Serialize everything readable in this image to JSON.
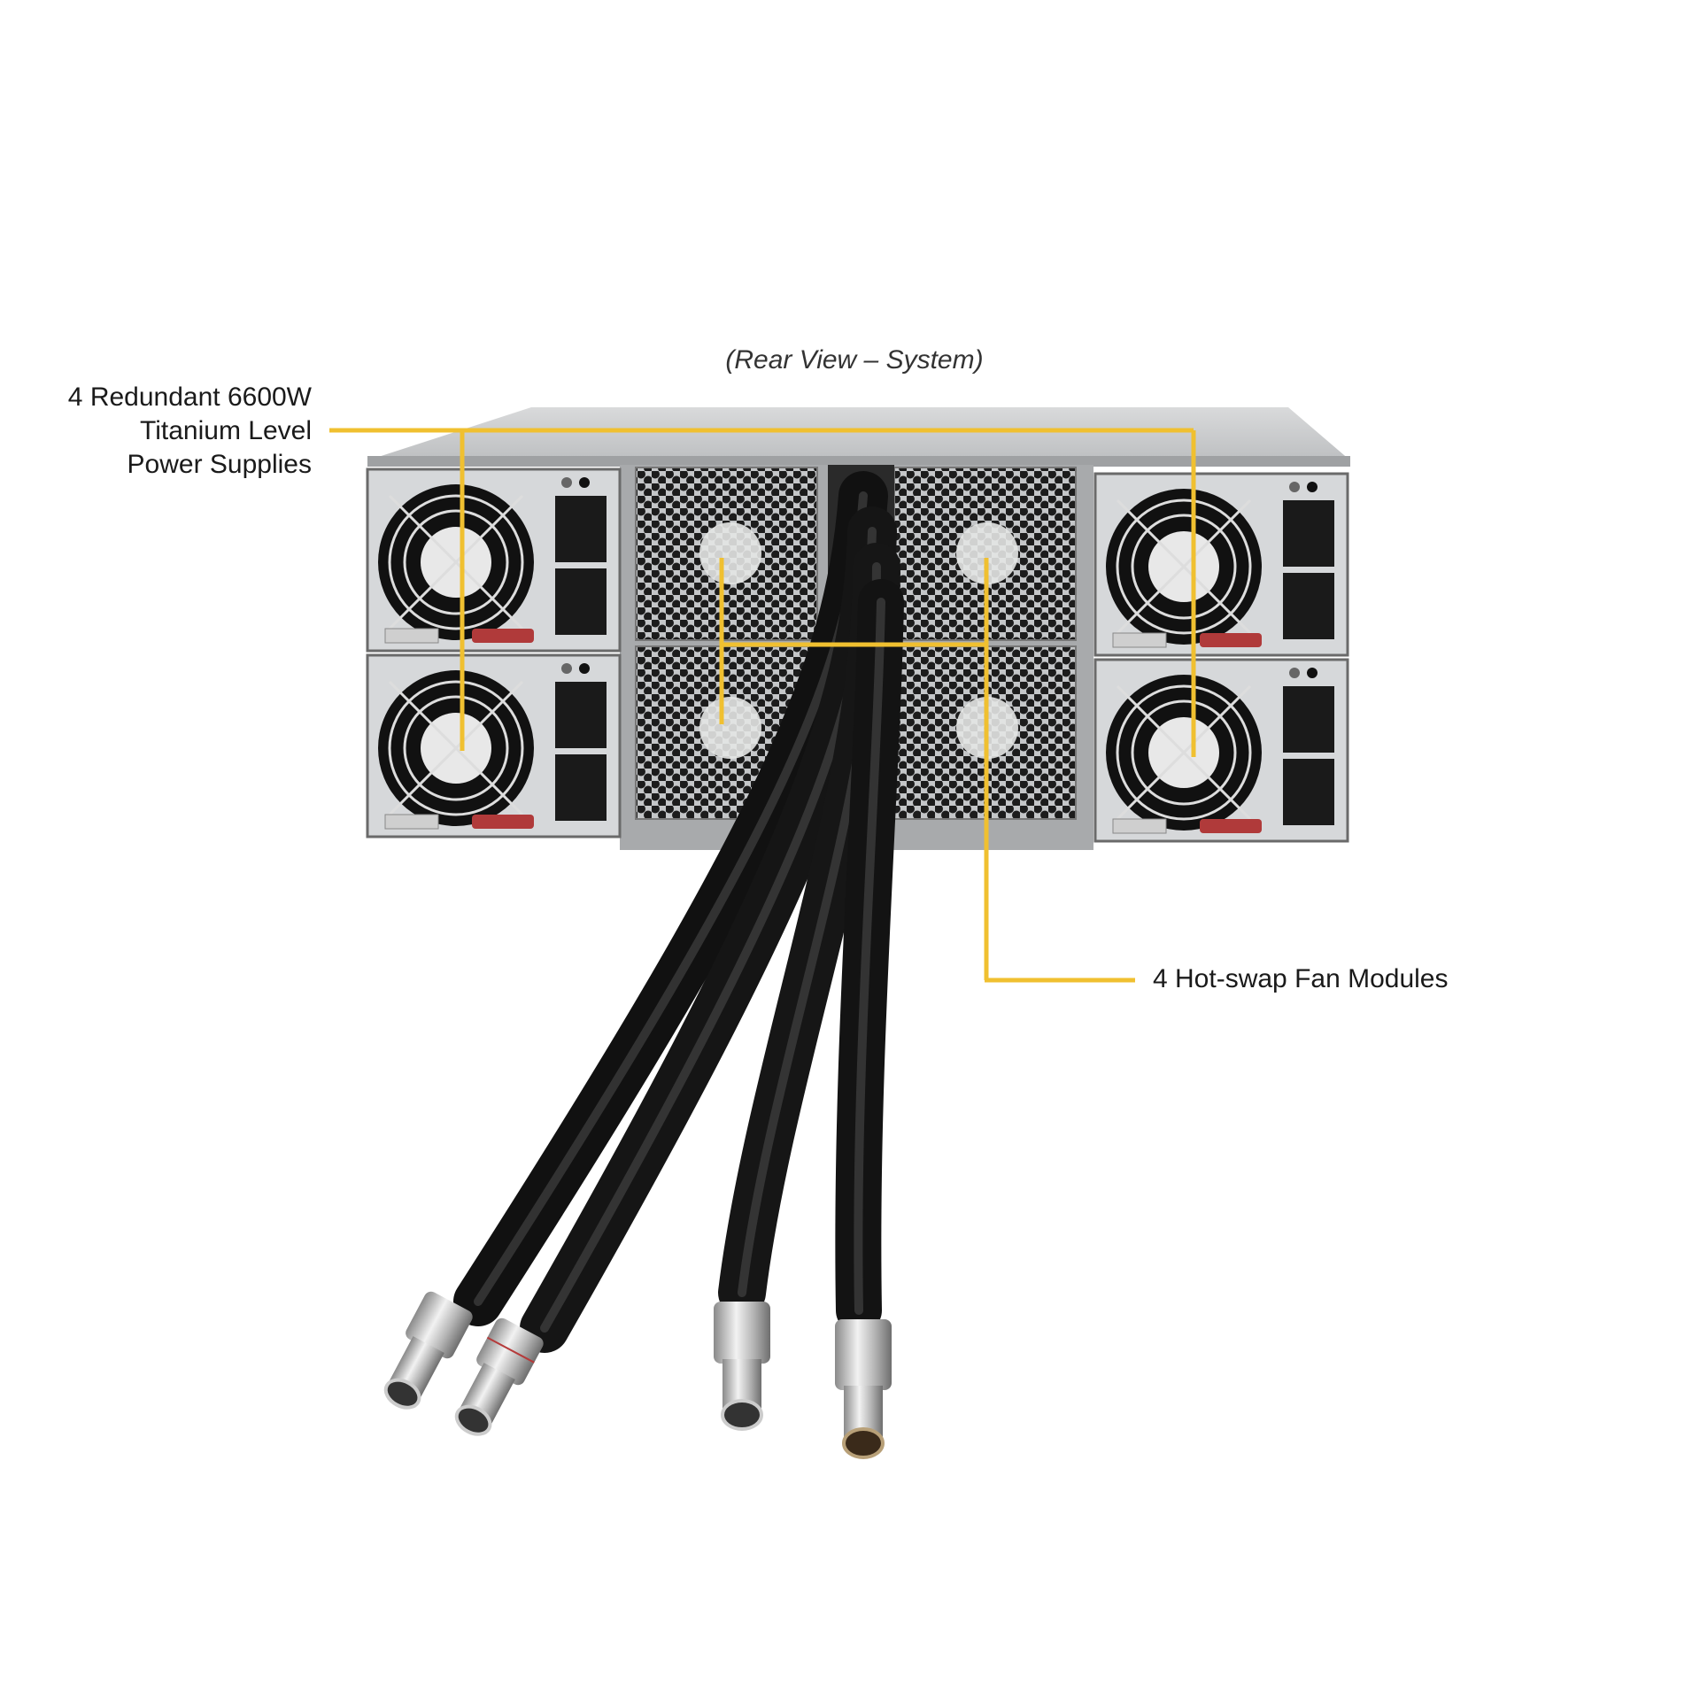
{
  "diagram": {
    "title": "(Rear View – System)",
    "subject": "Server chassis rear view with liquid cooling hoses",
    "callouts": [
      {
        "id": "power-supplies",
        "lines": [
          "4 Redundant 6600W",
          "Titanium Level",
          "Power Supplies"
        ],
        "count": 4,
        "targets": [
          "psu-top-left",
          "psu-bottom-left",
          "psu-top-right",
          "psu-bottom-right"
        ]
      },
      {
        "id": "fan-modules",
        "lines": [
          "4 Hot-swap Fan Modules"
        ],
        "count": 4,
        "targets": [
          "fan-top-left",
          "fan-bottom-left",
          "fan-top-right",
          "fan-bottom-right"
        ]
      }
    ],
    "components": {
      "power_supplies": 4,
      "fan_modules": 4,
      "coolant_hoses": 4,
      "quick_disconnect_fittings": 4
    },
    "colors": {
      "callout_line": "#f0c030",
      "background": "#ffffff",
      "chassis": "#c9cbcd",
      "hose": "#1e1e1e",
      "text": "#1a1a1a"
    }
  }
}
